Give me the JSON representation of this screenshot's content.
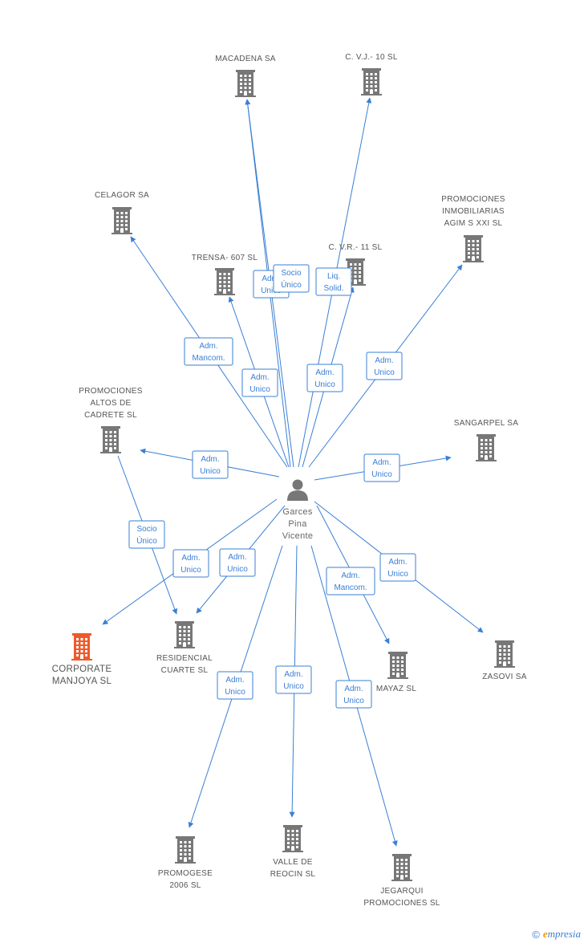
{
  "colors": {
    "edge": "#3a7fd5",
    "building": "#777777",
    "focus_building": "#f05a2a",
    "person": "#777777"
  },
  "person": {
    "id": "garces",
    "label": [
      "Garces",
      "Pina",
      "Vicente"
    ],
    "icon": "person-icon"
  },
  "nodes": [
    {
      "id": "macadena",
      "label": [
        "MACADENA SA"
      ],
      "icon": "building-icon"
    },
    {
      "id": "cvj10",
      "label": [
        "C. V.J.- 10 SL"
      ],
      "icon": "building-icon"
    },
    {
      "id": "celagor",
      "label": [
        "CELAGOR SA"
      ],
      "icon": "building-icon"
    },
    {
      "id": "agims",
      "label": [
        "PROMOCIONES",
        "INMOBILIARIAS",
        "AGIM S XXI SL"
      ],
      "icon": "building-icon"
    },
    {
      "id": "trensa",
      "label": [
        "TRENSA- 607 SL"
      ],
      "icon": "building-icon"
    },
    {
      "id": "cvr11",
      "label": [
        "C. V.R.- 11 SL"
      ],
      "icon": "building-icon"
    },
    {
      "id": "altos",
      "label": [
        "PROMOCIONES",
        "ALTOS DE",
        "CADRETE SL"
      ],
      "icon": "building-icon"
    },
    {
      "id": "sangarpel",
      "label": [
        "SANGARPEL SA"
      ],
      "icon": "building-icon"
    },
    {
      "id": "corporate",
      "label": [
        "CORPORATE",
        "MANJOYA SL"
      ],
      "icon": "building-icon",
      "focus": true
    },
    {
      "id": "residencial",
      "label": [
        "RESIDENCIAL",
        "CUARTE SL"
      ],
      "icon": "building-icon"
    },
    {
      "id": "mayaz",
      "label": [
        "MAYAZ SL"
      ],
      "icon": "building-icon"
    },
    {
      "id": "zasovi",
      "label": [
        "ZASOVI SA"
      ],
      "icon": "building-icon"
    },
    {
      "id": "promogese",
      "label": [
        "PROMOGESE",
        "2006 SL"
      ],
      "icon": "building-icon"
    },
    {
      "id": "valle",
      "label": [
        "VALLE DE",
        "REOCIN SL"
      ],
      "icon": "building-icon"
    },
    {
      "id": "jegarqui",
      "label": [
        "JEGARQUI",
        "PROMOCIONES SL"
      ],
      "icon": "building-icon"
    }
  ],
  "edges": [
    {
      "from": "garces",
      "to": "macadena",
      "label": [
        "Adm.",
        "Unico"
      ]
    },
    {
      "from": "garces",
      "to": "macadena",
      "label": [
        "Socio",
        "Único"
      ]
    },
    {
      "from": "garces",
      "to": "cvj10",
      "label": [
        "Liq.",
        "Solid."
      ]
    },
    {
      "from": "garces",
      "to": "celagor",
      "label": [
        "Adm.",
        "Mancom."
      ]
    },
    {
      "from": "garces",
      "to": "agims",
      "label": [
        "Adm.",
        "Unico"
      ]
    },
    {
      "from": "garces",
      "to": "trensa",
      "label": [
        "Adm.",
        "Unico"
      ]
    },
    {
      "from": "garces",
      "to": "cvr11",
      "label": [
        "Adm.",
        "Unico"
      ]
    },
    {
      "from": "garces",
      "to": "altos",
      "label": [
        "Adm.",
        "Unico"
      ]
    },
    {
      "from": "garces",
      "to": "sangarpel",
      "label": [
        "Adm.",
        "Unico"
      ]
    },
    {
      "from": "altos",
      "to": "residencial",
      "label": [
        "Socio",
        "Único"
      ]
    },
    {
      "from": "garces",
      "to": "corporate",
      "label": [
        "Adm.",
        "Unico"
      ]
    },
    {
      "from": "garces",
      "to": "residencial",
      "label": [
        "Adm.",
        "Unico"
      ]
    },
    {
      "from": "garces",
      "to": "mayaz",
      "label": [
        "Adm.",
        "Mancom."
      ]
    },
    {
      "from": "garces",
      "to": "zasovi",
      "label": [
        "Adm.",
        "Unico"
      ]
    },
    {
      "from": "garces",
      "to": "promogese",
      "label": [
        "Adm.",
        "Unico"
      ]
    },
    {
      "from": "garces",
      "to": "valle",
      "label": [
        "Adm.",
        "Unico"
      ]
    },
    {
      "from": "garces",
      "to": "jegarqui",
      "label": [
        "Adm.",
        "Unico"
      ]
    }
  ],
  "footer": {
    "copyright_symbol": "©",
    "brand_initial": "e",
    "brand_rest": "mpresia"
  }
}
